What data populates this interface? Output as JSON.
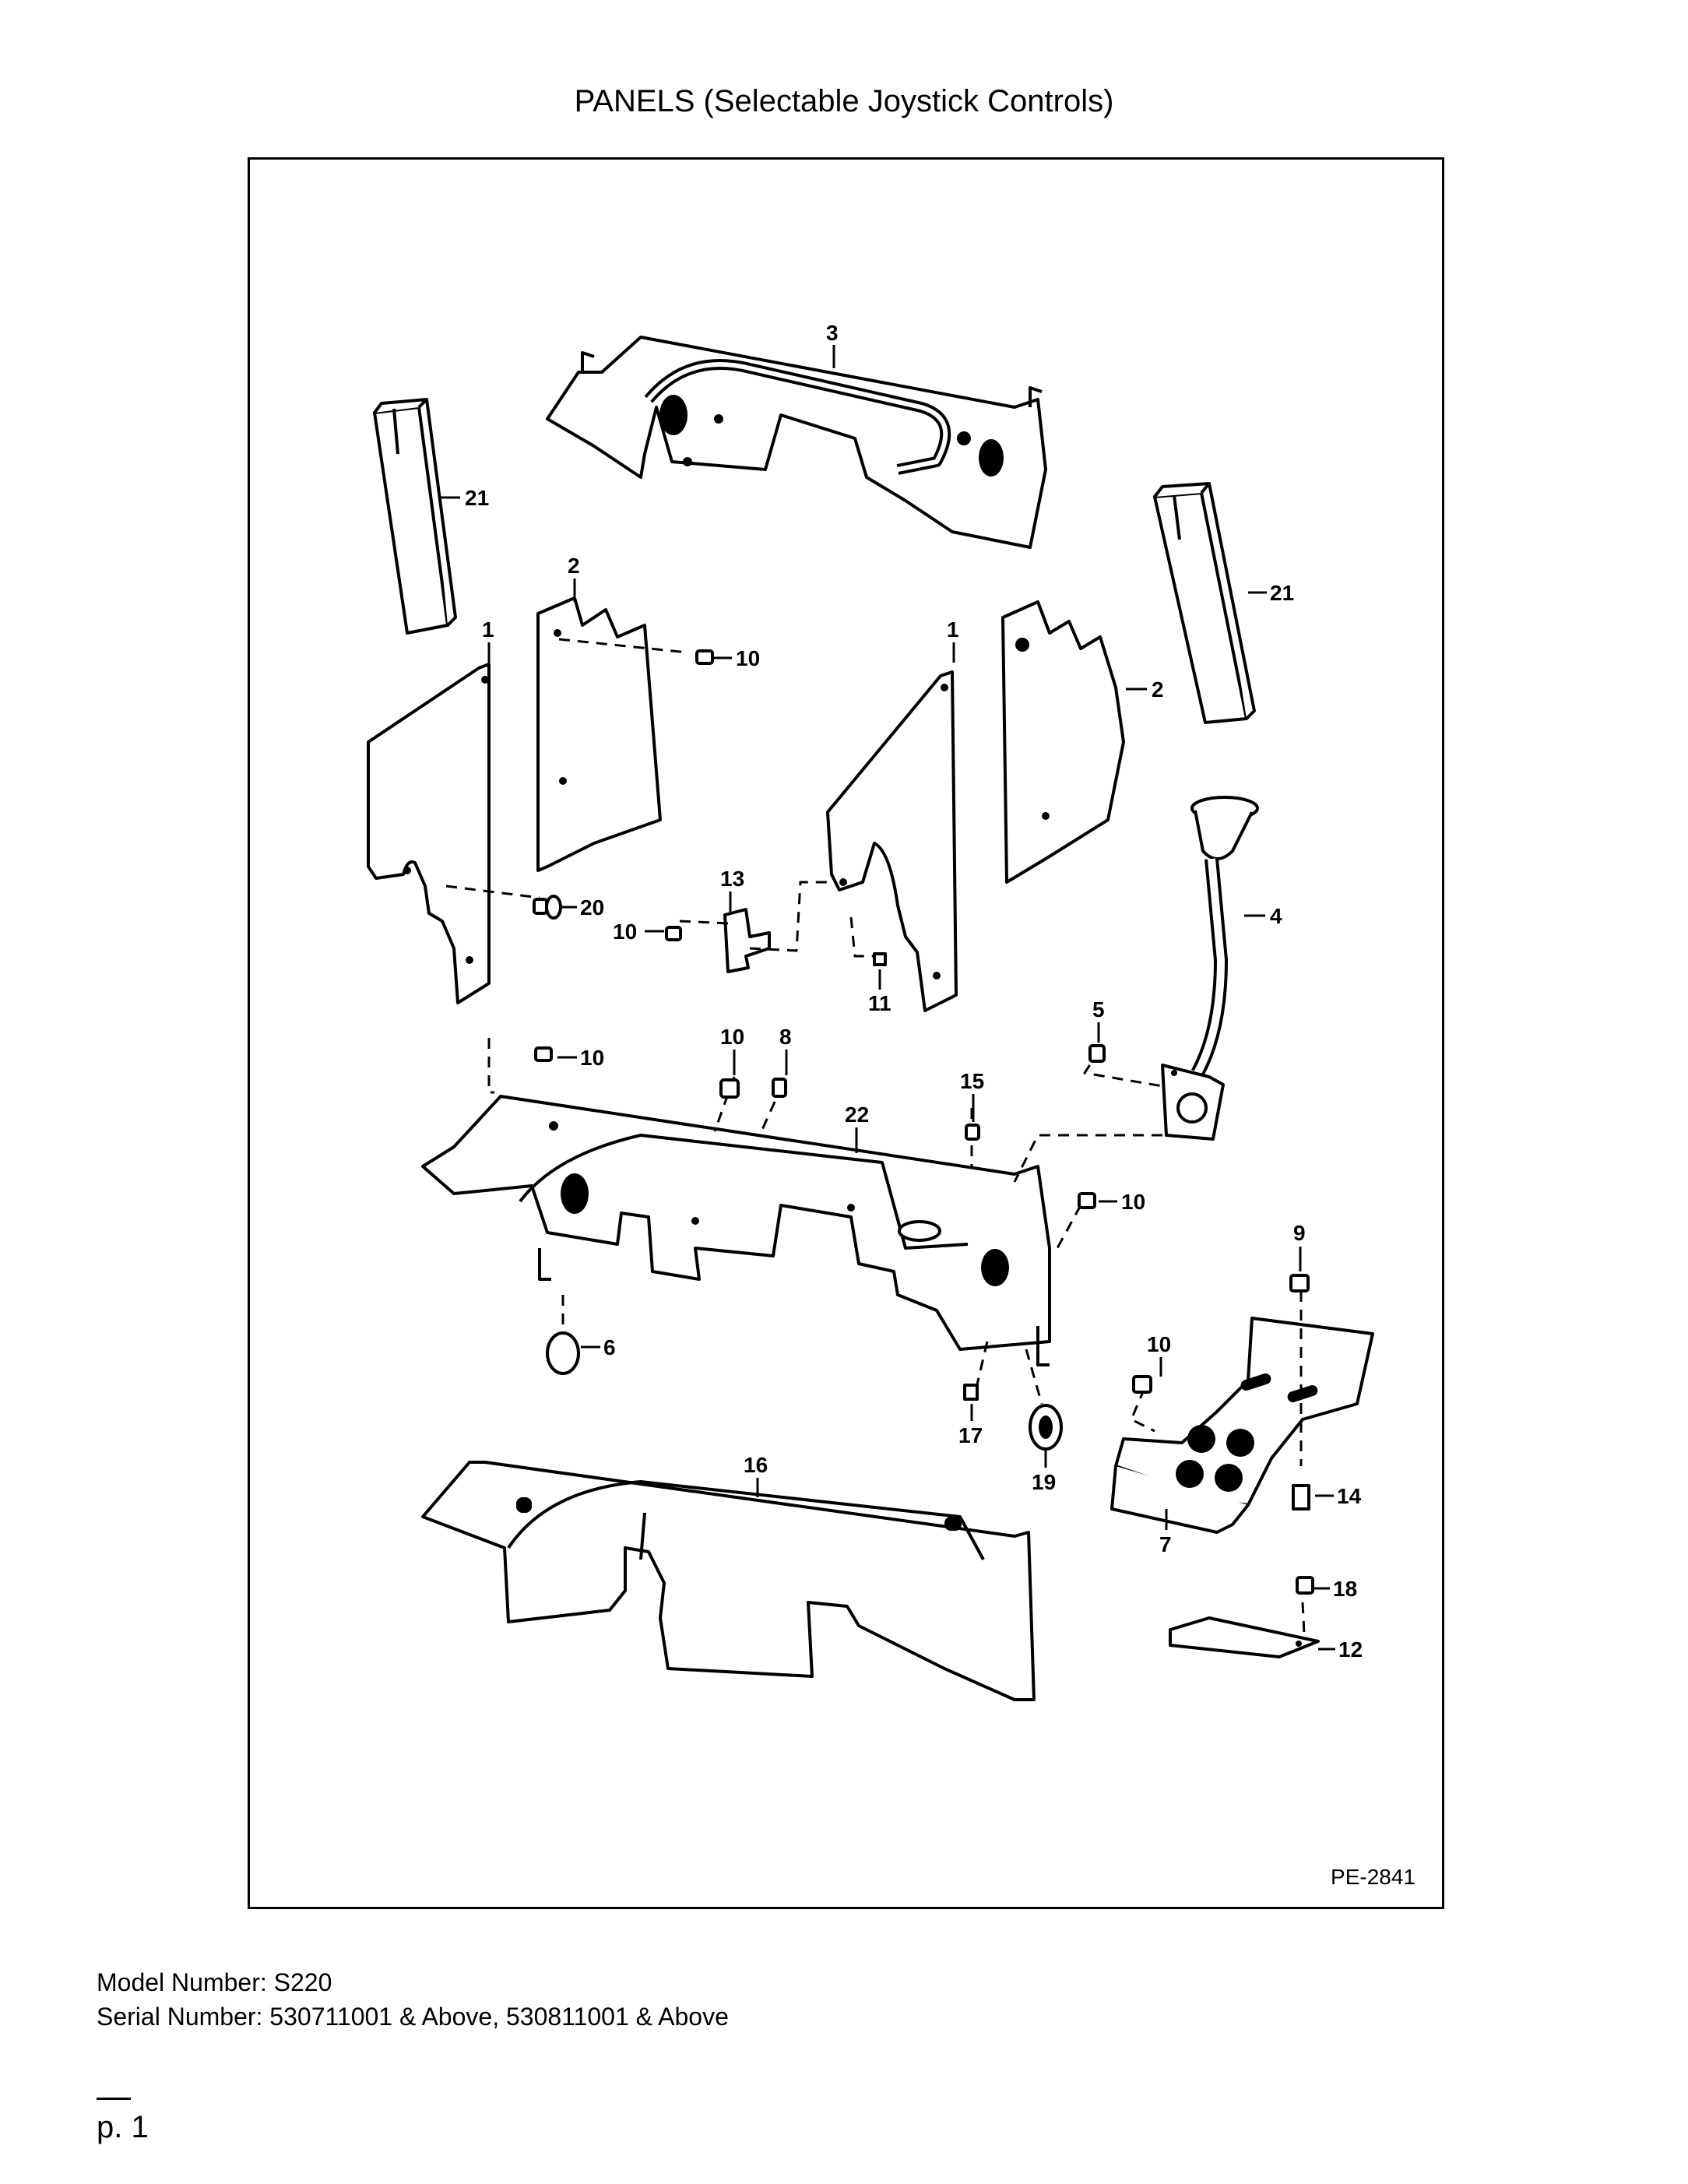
{
  "title": "PANELS (Selectable Joystick Controls)",
  "figure_code": "PE-2841",
  "model_line": "Model Number: S220",
  "serial_line": "Serial Number: 530711001 & Above, 530811001 & Above",
  "page_label": "p. 1",
  "callouts": {
    "c3": "3",
    "c21a": "21",
    "c21b": "21",
    "c2a": "2",
    "c2b": "2",
    "c1a": "1",
    "c1b": "1",
    "c10a": "10",
    "c10b": "10",
    "c10c": "10",
    "c10d": "10",
    "c10e": "10",
    "c10f": "10",
    "c13": "13",
    "c20": "20",
    "c11": "11",
    "c4": "4",
    "c5": "5",
    "c8": "8",
    "c15": "15",
    "c22": "22",
    "c9": "9",
    "c6": "6",
    "c17": "17",
    "c19": "19",
    "c14": "14",
    "c7": "7",
    "c16": "16",
    "c18": "18",
    "c12": "12"
  },
  "colors": {
    "ink": "#000000",
    "paper": "#ffffff"
  }
}
